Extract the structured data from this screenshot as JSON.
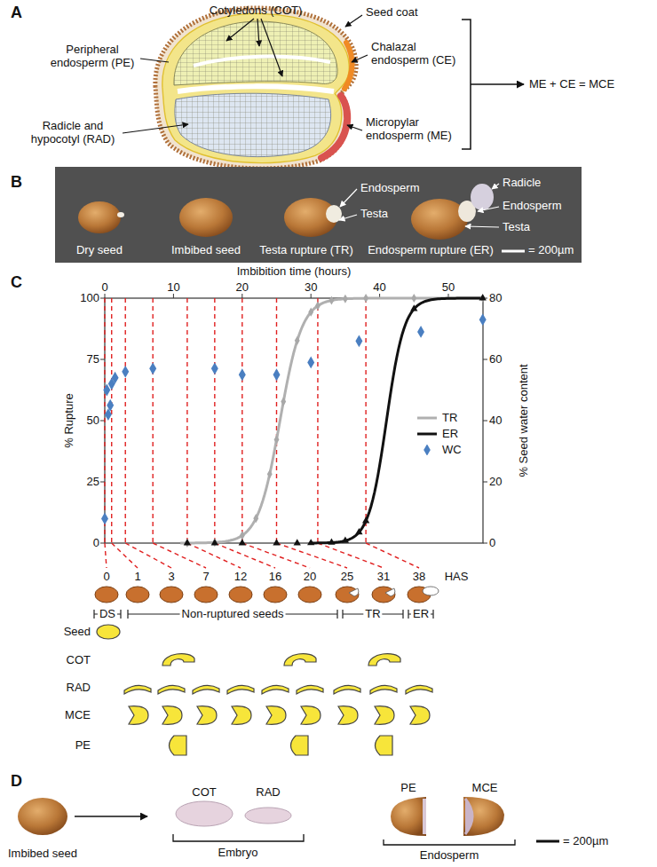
{
  "diagram": {
    "labels": [
      "A",
      "Cotyledons (COT)",
      "Seed coat",
      "Peripheral endosperm (PE)",
      "Chalazal endosperm (CE)",
      "Radicle and hypocotyl (RAD)",
      "Micropylar endosperm (ME)",
      "ME + CE = MCE",
      "B",
      "Dry seed",
      "Imbibed seed",
      "Endosperm",
      "Testa",
      "Testa rupture (TR)",
      "Radicle",
      "Endosperm",
      "Testa",
      "Endosperm rupture (ER)",
      "= 200µm",
      "C",
      "Imbibition time (hours)",
      "0",
      "10",
      "20",
      "30",
      "40",
      "50",
      "100",
      "75",
      "50",
      "25",
      "0",
      "% Rupture",
      "80",
      "60",
      "40",
      "20",
      "0",
      "% Seed water content",
      "0",
      "1",
      "3",
      "7",
      "12",
      "16",
      "20",
      "25",
      "31",
      "38",
      "HAS",
      "DS",
      "Non-ruptured seeds",
      "TR",
      "ER",
      "Seed",
      "COT",
      "RAD",
      "MCE",
      "PE",
      "D",
      "Imbibed seed",
      "COT",
      "RAD",
      "PE",
      "MCE",
      "Embryo",
      "Endosperm",
      "= 200µm"
    ],
    "legend": [
      {
        "text": "TR"
      },
      {
        "text": "ER"
      },
      {
        "text": "WC"
      }
    ]
  }
}
